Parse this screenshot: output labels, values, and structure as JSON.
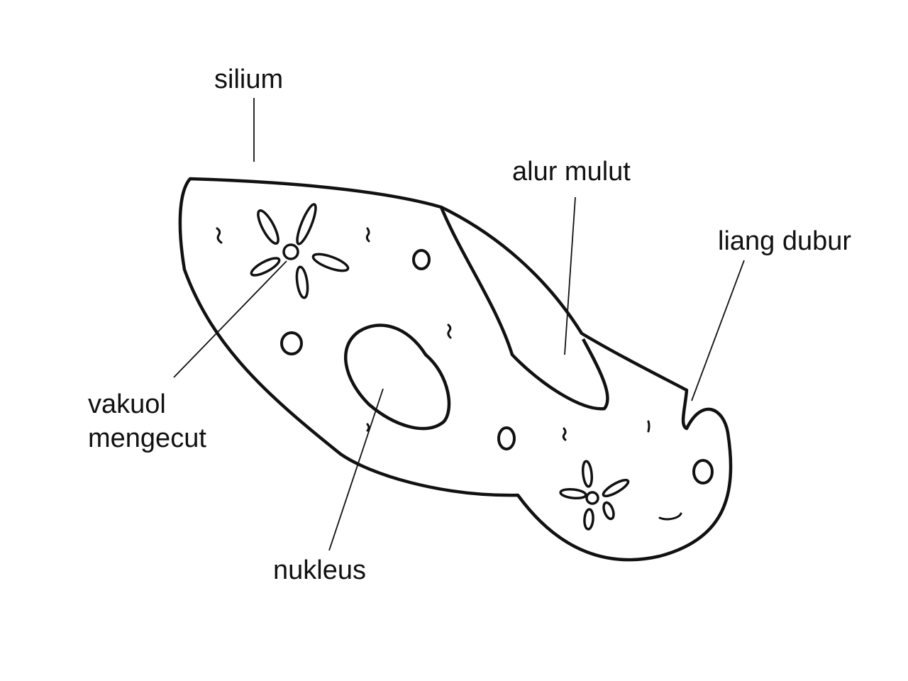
{
  "labels": {
    "silium": "silium",
    "alur_mulut": "alur mulut",
    "liang_dubur": "liang dubur",
    "vakuol_line1": "vakuol",
    "vakuol_line2": "mengecut",
    "nukleus": "nukleus"
  },
  "colors": {
    "ink": "#111111",
    "background": "#ffffff"
  }
}
